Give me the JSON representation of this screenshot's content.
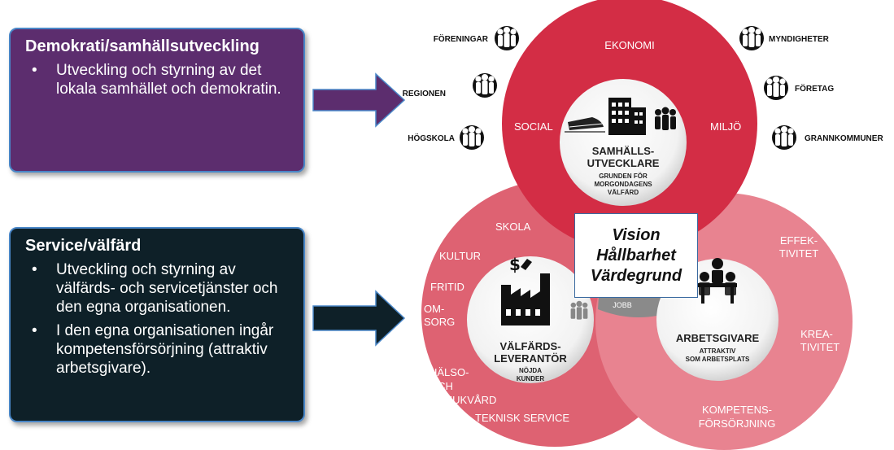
{
  "box_democracy": {
    "title": "Demokrati/samhällsutveckling",
    "bullets": [
      "Utveckling och styrning av det lokala samhället och demokratin."
    ]
  },
  "box_service": {
    "title": "Service/välfärd",
    "bullets": [
      "Utveckling och styrning av välfärds- och servicetjänster och den egna organisationen.",
      "I den egna organisationen ingår kompetensförsörjning (attraktiv arbetsgivare)."
    ]
  },
  "vision": {
    "line1": "Vision",
    "line2": "Hållbarhet",
    "line3": "Värdegrund"
  },
  "top_circle": {
    "labels": {
      "ekonomi": "EKONOMI",
      "social": "SOCIAL",
      "miljo": "MILJÖ"
    },
    "center_title_1": "SAMHÄLLS-",
    "center_title_2": "UTVECKLARE",
    "center_sub_1": "GRUNDEN FÖR",
    "center_sub_2": "MORGONDAGENS",
    "center_sub_3": "VÄLFÄRD"
  },
  "left_circle": {
    "labels": {
      "skola": "SKOLA",
      "kultur": "KULTUR",
      "fritid": "FRITID",
      "omsorg_1": "OM-",
      "omsorg_2": "SORG",
      "halso_1": "HÄLSO-",
      "halso_2": "OCH",
      "halso_3": "SJUKVÅRD",
      "teknisk": "TEKNISK SERVICE"
    },
    "center_title_1": "VÄLFÄRDS-",
    "center_title_2": "LEVERANTÖR",
    "center_sub_1": "NÖJDA",
    "center_sub_2": "KUNDER"
  },
  "right_circle": {
    "labels": {
      "effekt_1": "EFFEK-",
      "effekt_2": "TIVITET",
      "kreat_1": "KREA-",
      "kreat_2": "TIVITET",
      "komp_1": "KOMPETENS-",
      "komp_2": "FÖRSÖRJNING"
    },
    "center_title": "ARBETSGIVARE",
    "center_sub_1": "ATTRAKTIV",
    "center_sub_2": "SOM ARBETSPLATS"
  },
  "overlap_label": "JOBB",
  "stakeholders": {
    "foreningar": "FÖRENINGAR",
    "regionen": "REGIONEN",
    "hogskola": "HÖGSKOLA",
    "myndigheter": "MYNDIGHETER",
    "foretag": "FÖRETAG",
    "grannkommuner": "GRANNKOMMUNER"
  },
  "colors": {
    "box_democracy": "#5c2d6e",
    "box_service": "#0e2028",
    "top_circle": "#d32d45",
    "left_circle": "#de6272",
    "right_circle": "#e88390",
    "overlap": "#8a8a8a",
    "stakeholder_icon": "#111111"
  },
  "icons": [
    "people-group-icon",
    "office-building-icon",
    "train-icon",
    "factory-icon",
    "money-hand-icon",
    "meeting-icon"
  ]
}
